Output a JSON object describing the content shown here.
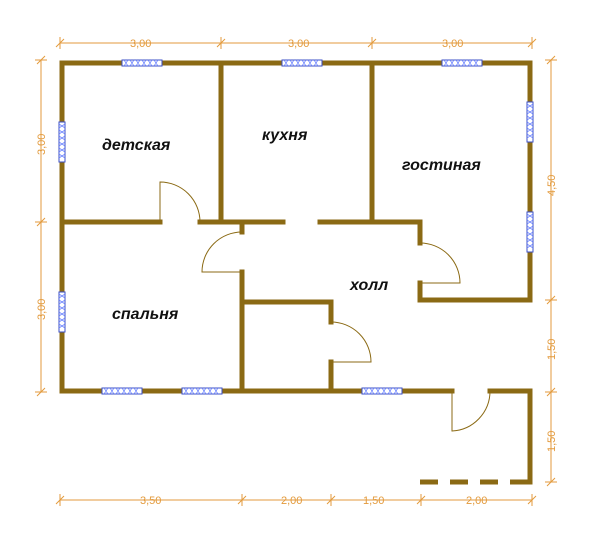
{
  "rooms": {
    "children_room": "детская",
    "kitchen": "кухня",
    "living_room": "гостиная",
    "hall": "холл",
    "bedroom": "спальня"
  },
  "dimensions": {
    "top": [
      "3,00",
      "3,00",
      "3,00"
    ],
    "bottom": [
      "3,50",
      "2,00",
      "1,50",
      "2,00"
    ],
    "left": [
      "3,00",
      "3,00"
    ],
    "right": [
      "4,50",
      "1,50",
      "1,50"
    ]
  },
  "colors": {
    "wall": "#8B6A14",
    "dimension": "#e39a3c",
    "window": "#3b4fc4"
  }
}
